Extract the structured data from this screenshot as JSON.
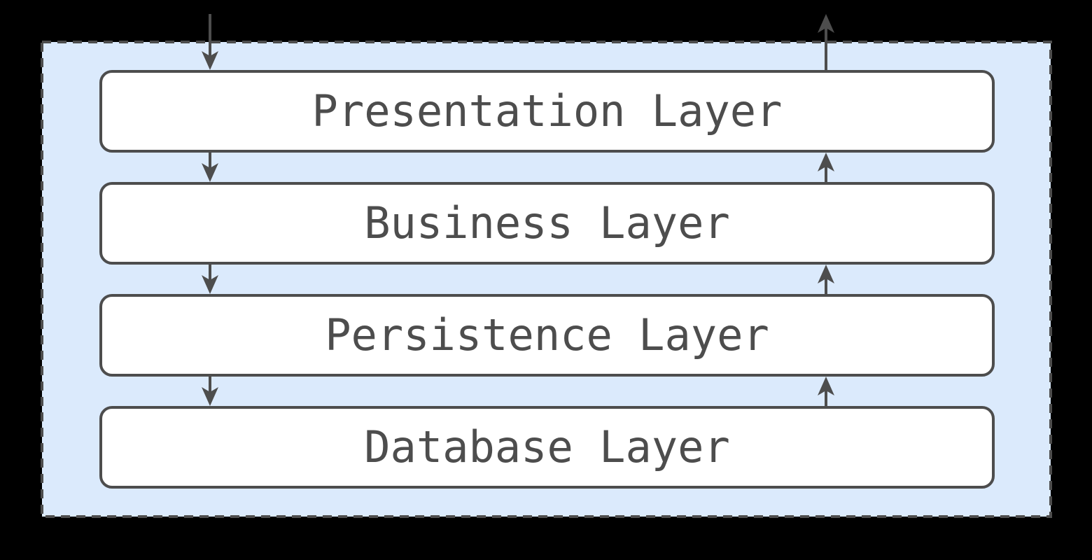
{
  "diagram": {
    "type": "layered-architecture",
    "layers": [
      {
        "label": "Presentation Layer"
      },
      {
        "label": "Business Layer"
      },
      {
        "label": "Persistence Layer"
      },
      {
        "label": "Database Layer"
      }
    ],
    "arrows": [
      {
        "direction": "down",
        "from": "external",
        "to": "Presentation Layer"
      },
      {
        "direction": "down",
        "from": "Presentation Layer",
        "to": "Business Layer"
      },
      {
        "direction": "down",
        "from": "Business Layer",
        "to": "Persistence Layer"
      },
      {
        "direction": "down",
        "from": "Persistence Layer",
        "to": "Database Layer"
      },
      {
        "direction": "up",
        "from": "Presentation Layer",
        "to": "external"
      },
      {
        "direction": "up",
        "from": "Business Layer",
        "to": "Presentation Layer"
      },
      {
        "direction": "up",
        "from": "Persistence Layer",
        "to": "Business Layer"
      },
      {
        "direction": "up",
        "from": "Database Layer",
        "to": "Persistence Layer"
      }
    ],
    "colors": {
      "page_background": "#000000",
      "container_fill": "#dbeafc",
      "stroke": "#4d4d4d",
      "box_fill": "#ffffff",
      "text": "#4d4d4d"
    }
  }
}
